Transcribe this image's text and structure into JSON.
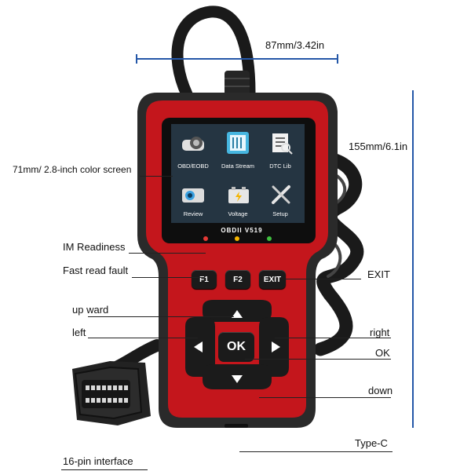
{
  "dimensions": {
    "width": "87mm/3.42in",
    "height": "155mm/6.1in"
  },
  "device": {
    "model": "OBDII  V519",
    "screen_menu": [
      {
        "label": "OBD/EOBD",
        "icon": "car-engine-icon"
      },
      {
        "label": "Data Stream",
        "icon": "data-stream-icon"
      },
      {
        "label": "DTC Lib",
        "icon": "dtc-library-icon"
      },
      {
        "label": "Review",
        "icon": "review-camera-icon"
      },
      {
        "label": "Voltage",
        "icon": "battery-voltage-icon"
      },
      {
        "label": "Setup",
        "icon": "wrench-screwdriver-icon"
      }
    ],
    "keys": {
      "f1": "F1",
      "f2": "F2",
      "exit": "EXIT",
      "ok": "OK"
    },
    "led_colors": [
      "#e53935",
      "#f4b400",
      "#3fbf3f"
    ],
    "body_color": "#c4161c",
    "frame_color": "#2a2a2a"
  },
  "callouts": {
    "screen": "71mm/ 2.8-inch color screen",
    "im_readiness": "IM Readiness",
    "fast_read": "Fast read fault",
    "exit": "EXIT",
    "upward": "up ward",
    "left": "left",
    "right": "right",
    "ok": "OK",
    "down": "down",
    "connector": "16-pin interface",
    "usb": "Type-C"
  }
}
